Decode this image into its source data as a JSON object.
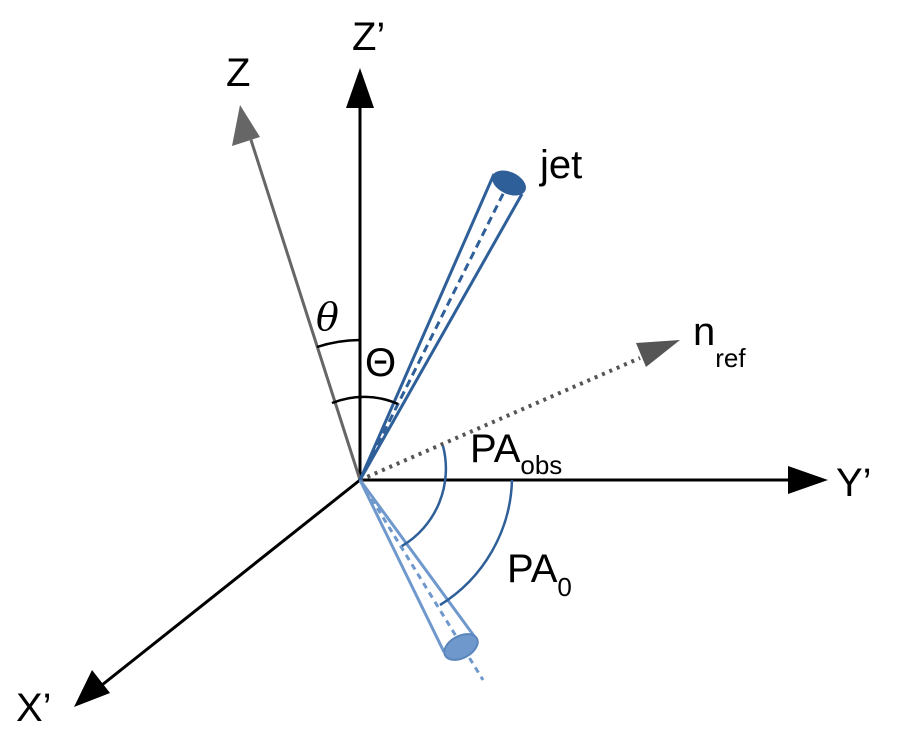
{
  "axes": {
    "z_prime": "Z’",
    "z": "Z",
    "y_prime": "Y’",
    "x_prime": "X’"
  },
  "labels": {
    "jet": "jet",
    "theta_small": "θ",
    "theta_big": "Θ",
    "n_ref_base": "n",
    "n_ref_sub": "ref",
    "pa_obs_base": "PA",
    "pa_obs_sub": "obs",
    "pa0_base": "PA",
    "pa0_sub": "0"
  },
  "colors": {
    "axis": "#000000",
    "z_axis": "#666666",
    "jet": "#2e5f98",
    "counterjet": "#6f98cc",
    "n_ref": "#555555",
    "arc_pa": "#2e5f98"
  }
}
